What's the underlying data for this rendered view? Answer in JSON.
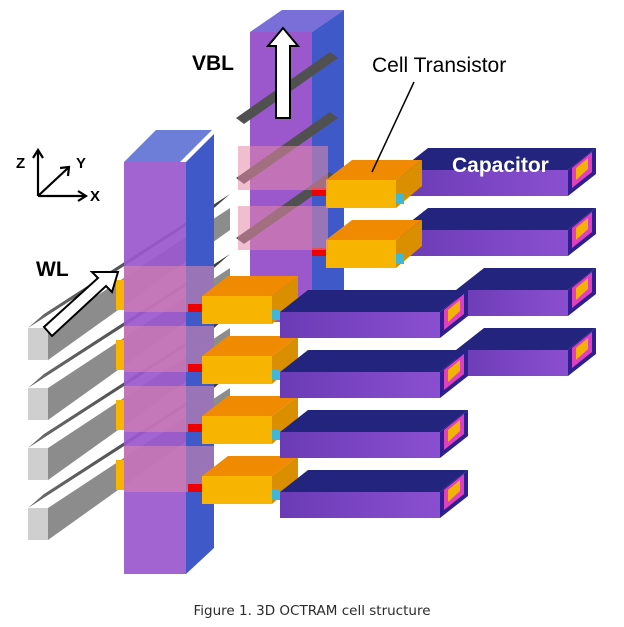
{
  "labels": {
    "vbl": "VBL",
    "wl": "WL",
    "cell_transistor": "Cell Transistor",
    "capacitor": "Capacitor"
  },
  "axes": {
    "z": "Z",
    "y": "Y",
    "x": "X"
  },
  "caption": "Figure 1. 3D OCTRAM cell structure",
  "structure": {
    "word_lines": 4,
    "rows_per_column": 4,
    "columns": 2
  },
  "colors": {
    "bitline": "#9a58cc",
    "bitline_shadow": "#3f5ac8",
    "transistor": "#f7b400",
    "transistor_top": "#f08a00",
    "capacitor_front": "#23247e",
    "capacitor_side": "#7e45c0",
    "wordline": "#cfcfcf",
    "contact": "#ee0000"
  }
}
